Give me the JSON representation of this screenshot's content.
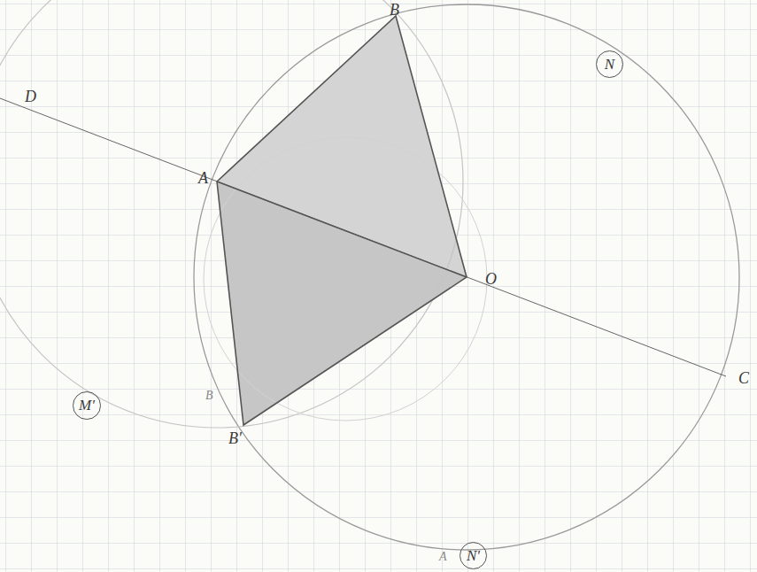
{
  "diagram": {
    "nodes": [
      {
        "text": [
          "N"
        ]
      },
      {
        "text": [
          "M'"
        ]
      },
      {
        "text": [
          "N'"
        ]
      }
    ],
    "labels": [
      "D",
      "A",
      "B",
      "O",
      "C",
      "B'",
      "B",
      "A"
    ]
  }
}
